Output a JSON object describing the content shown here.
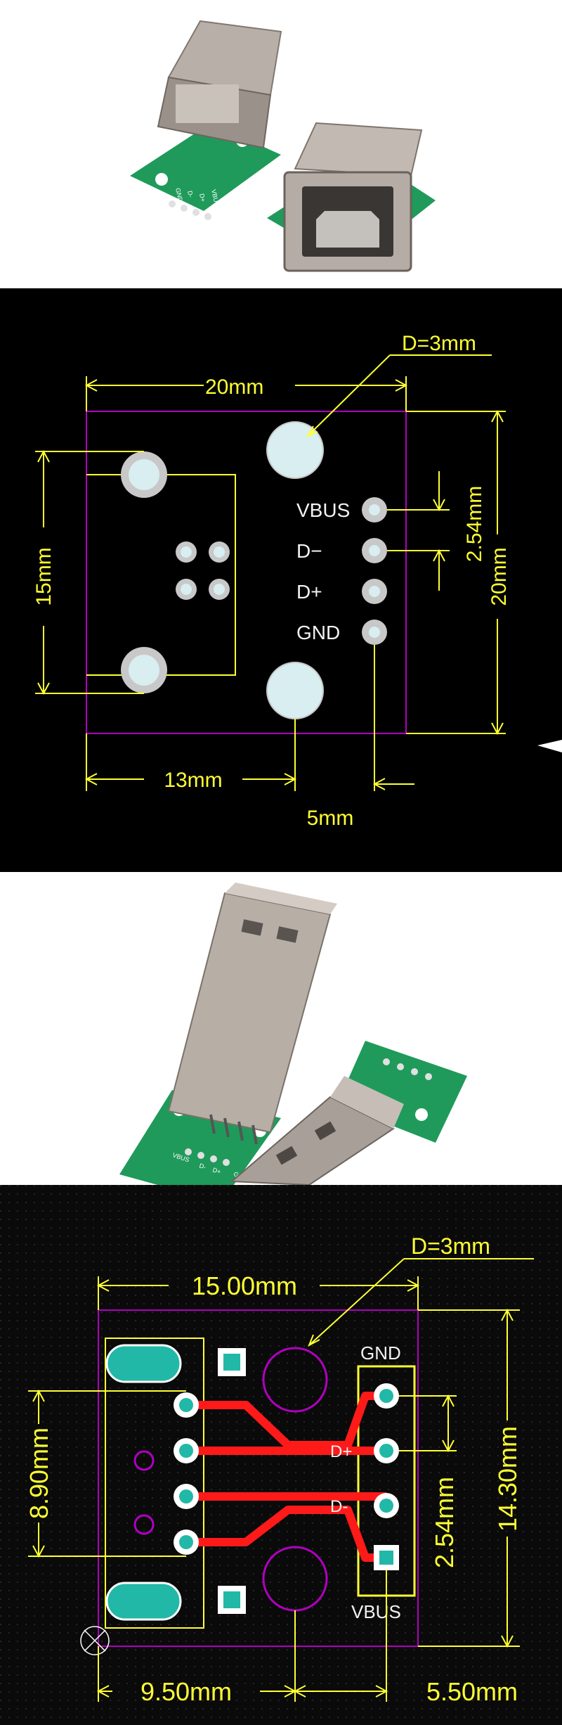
{
  "photo_top": {
    "silk_labels": [
      "GND",
      "D-",
      "D+",
      "VBUS"
    ]
  },
  "diagram_b": {
    "dia_label": "D=3mm",
    "width_label": "20mm",
    "height_left_label": "15mm",
    "height_right_label": "20mm",
    "pitch_label": "2.54mm",
    "offset_label": "13mm",
    "edge_label": "5mm",
    "pins": [
      "VBUS",
      "D−",
      "D+",
      "GND"
    ]
  },
  "photo_a": {
    "silk_labels": [
      "VBUS",
      "D-",
      "D+",
      "GND"
    ]
  },
  "diagram_a": {
    "dia_label": "D=3mm",
    "width_label": "15.00mm",
    "height_left_label": "8.90mm",
    "height_right_label": "14.30mm",
    "pitch_label": "2.54mm",
    "offset_label": "9.50mm",
    "edge_label": "5.50mm",
    "pins": {
      "gnd": "GND",
      "dplus": "D+",
      "dminus": "D-",
      "vbus": "VBUS"
    }
  },
  "colors": {
    "dimension": "#ffff33",
    "outline": "#b000c0",
    "pad": "#c8c8c8",
    "hole": "#d8eef0",
    "trace": "#ff1a1a",
    "copper_pad": "#22b8a8",
    "pcb_green": "#1f9a5a"
  }
}
